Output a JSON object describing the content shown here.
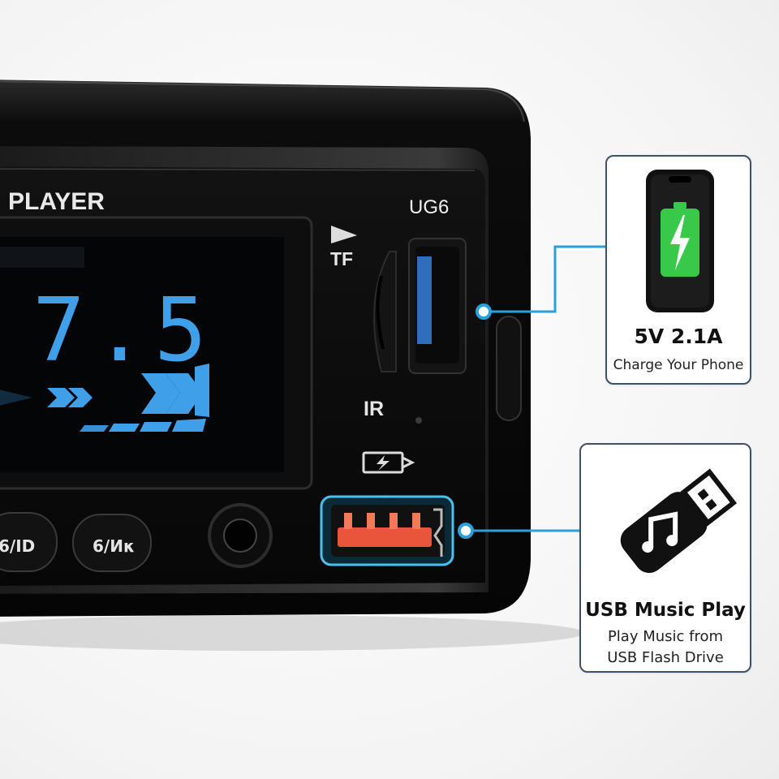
{
  "device": {
    "label": "PLAYER",
    "model": "UG6",
    "tf_label": "TF",
    "ir_label": "IR",
    "display_freq": "7.5",
    "buttons": [
      "6/ID",
      "6/Иκ"
    ]
  },
  "callouts": {
    "charge": {
      "headline": "5V 2.1A",
      "caption": "Charge Your Phone",
      "icon": "phone-battery-charging-icon"
    },
    "usb": {
      "headline": "USB Music Play",
      "caption_line1": "Play Music from",
      "caption_line2": "USB Flash Drive",
      "icon": "usb-flash-drive-music-icon"
    }
  },
  "colors": {
    "display_blue": "#3f9fe8",
    "connector": "#2aa0dc",
    "usb_port_orange": "#e8553a",
    "battery_green": "#39c94a"
  }
}
